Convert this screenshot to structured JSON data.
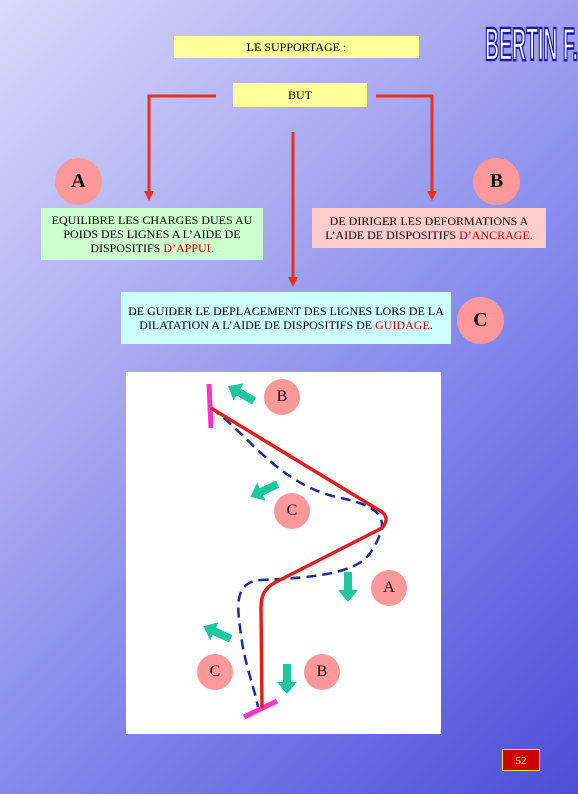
{
  "logo": {
    "text": "BERTIN F."
  },
  "title": "LE SUPPORTAGE :",
  "but": "BUT",
  "goals": {
    "a": {
      "marker": "A",
      "text": "EQUILIBRE LES CHARGES DUES AU POIDS DES LIGNES A L’AIDE DE DISPOSITIFS ",
      "highlight": "D’APPUI",
      "end": "."
    },
    "b": {
      "marker": "B",
      "text": "DE DIRIGER LES DEFORMATIONS A L’AIDE DE DISPOSITIFS ",
      "highlight": "D’ANCRAGE",
      "end": "."
    },
    "c": {
      "marker": "C",
      "text": "DE GUIDER LE DEPLACEMENT DES LIGNES LORS DE LA DILATATION A L’AIDE DE DISPOSITIFS DE ",
      "highlight": "GUIDAGE",
      "end": "."
    }
  },
  "diagram_labels": [
    "B",
    "C",
    "A",
    "C",
    "B"
  ],
  "page_number": "52",
  "colors": {
    "arrow": "#e8301c",
    "pipe": "#e02020",
    "deformed": "#1a2aa0",
    "anchor": "#ff33cc",
    "force_arrow": "#1fc6a0",
    "highlight": "#cc0000"
  }
}
